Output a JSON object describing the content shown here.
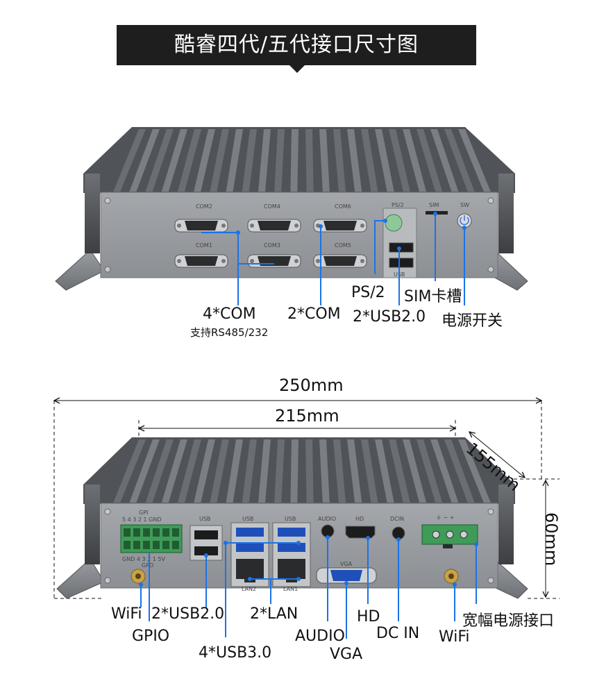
{
  "banner": {
    "title": "酷睿四代/五代接口尺寸图"
  },
  "rear_panel": {
    "port_silk": {
      "com2": "COM2",
      "com4": "COM4",
      "com6": "COM6",
      "com1": "COM1",
      "com3": "COM3",
      "com5": "COM5",
      "ps2": "PS/2",
      "sim": "SIM",
      "sw": "SW",
      "usb": "USB"
    },
    "callouts": {
      "com4": "4*COM",
      "com4_note": "支持RS485/232",
      "com2": "2*COM",
      "ps2": "PS/2",
      "usb20": "2*USB2.0",
      "sim": "SIM卡槽",
      "power_switch": "电源开关"
    }
  },
  "front_panel": {
    "dimensions": {
      "width_total": "250mm",
      "width_panel": "215mm",
      "depth": "155mm",
      "height": "60mm"
    },
    "port_silk": {
      "gpi": "GPI",
      "gpi_pins": "5 4 3 2 1 GND",
      "gpo_pins": "GND 4 3 2 1 5V",
      "gpo": "GPO",
      "usb_a": "USB",
      "usb_b": "USB",
      "usb_c": "USB",
      "audio": "AUDIO",
      "hd": "HD",
      "dcin": "DCIN",
      "vga": "VGA",
      "lan2": "LAN2",
      "lan1": "LAN1",
      "power_symbols": "⏚ − +"
    },
    "callouts": {
      "wifi_left": "WiFi",
      "gpio": "GPIO",
      "usb20": "2*USB2.0",
      "usb30": "4*USB3.0",
      "lan": "2*LAN",
      "audio": "AUDIO",
      "vga": "VGA",
      "hd": "HD",
      "dc_in": "DC IN",
      "wifi_right": "WiFi",
      "wide_power": "宽幅电源接口"
    }
  },
  "colors": {
    "callout_line": "#1a73e8",
    "chassis": "#8a8d91",
    "panel": "#9a9da1",
    "banner": "#1e1e1e"
  }
}
